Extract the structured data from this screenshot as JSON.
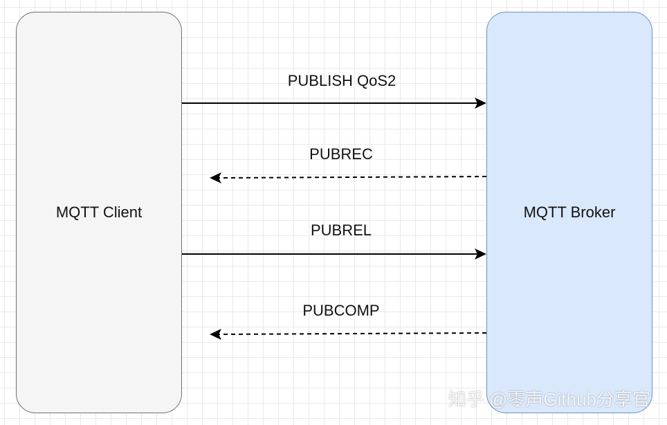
{
  "diagram": {
    "client": {
      "label": "MQTT Client"
    },
    "broker": {
      "label": "MQTT Broker"
    },
    "messages": [
      {
        "label": "PUBLISH QoS2",
        "direction": "client-to-broker",
        "style": "solid"
      },
      {
        "label": "PUBREC",
        "direction": "broker-to-client",
        "style": "dashed"
      },
      {
        "label": "PUBREL",
        "direction": "client-to-broker",
        "style": "solid"
      },
      {
        "label": "PUBCOMP",
        "direction": "broker-to-client",
        "style": "dashed"
      }
    ],
    "colors": {
      "client_fill": "#f5f5f5",
      "client_stroke": "#6f6f6f",
      "broker_fill": "#dae8fc",
      "broker_stroke": "#6c8ebf",
      "arrow": "#000000"
    }
  },
  "watermark": {
    "text": "知乎 @零声Github分享官"
  }
}
